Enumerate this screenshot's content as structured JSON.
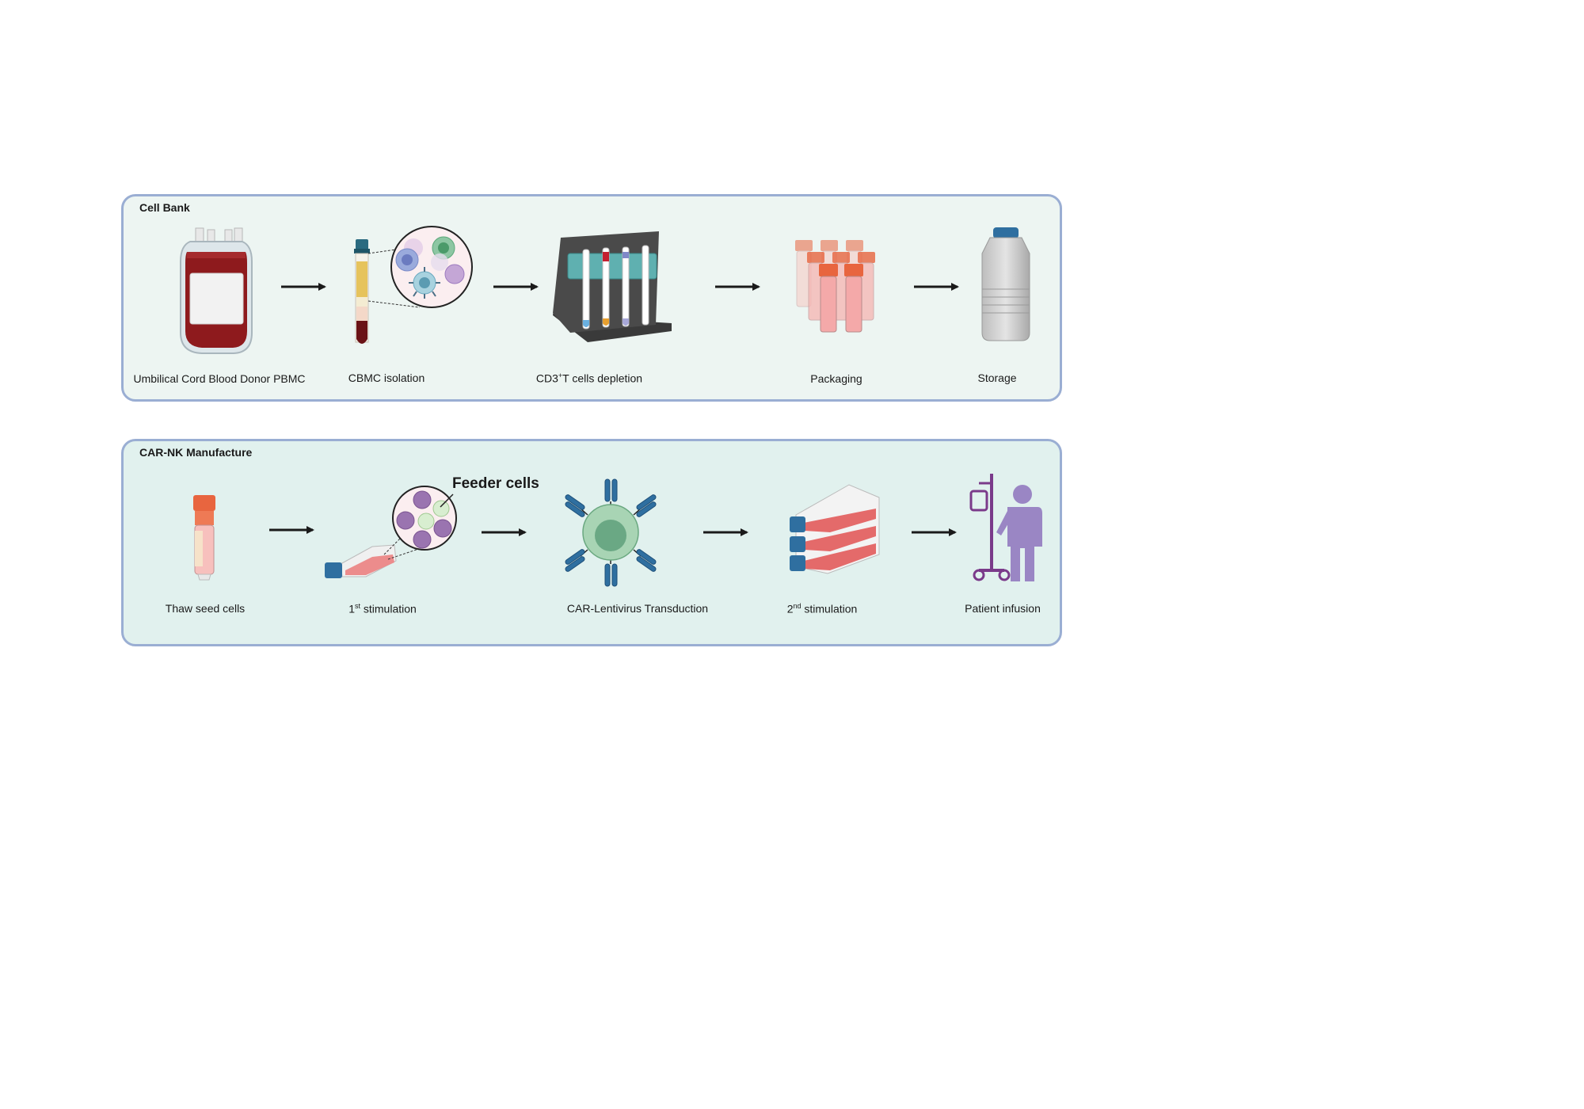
{
  "panels": [
    {
      "title": "Cell Bank",
      "steps": [
        {
          "label": "Umbilical Cord Blood Donor PBMC",
          "icon": "blood-bag-icon"
        },
        {
          "label": "CBMC isolation",
          "icon": "centrifuge-tube-cells-icon"
        },
        {
          "label_main": "CD3",
          "label_sup": "+",
          "label_rest": "T cells depletion",
          "icon": "magnetic-separation-rack-icon"
        },
        {
          "label": "Packaging",
          "icon": "cryovials-icon"
        },
        {
          "label": "Storage",
          "icon": "liquid-nitrogen-dewar-icon"
        }
      ]
    },
    {
      "title": "CAR-NK Manufacture",
      "callout": "Feeder cells",
      "steps": [
        {
          "label": "Thaw seed cells",
          "icon": "cryovial-icon"
        },
        {
          "label_main": "1",
          "label_sup": "st",
          "label_rest": " stimulation",
          "icon": "culture-flask-feeder-icon"
        },
        {
          "label": "CAR-Lentivirus Transduction",
          "icon": "car-nk-cell-icon"
        },
        {
          "label_main": "2",
          "label_sup": "nd",
          "label_rest": " stimulation",
          "icon": "stacked-flasks-icon"
        },
        {
          "label": "Patient infusion",
          "icon": "patient-iv-icon"
        }
      ]
    }
  ],
  "colors": {
    "panel_border": "#9aaed3",
    "panel_bank_bg": "#edf5f2",
    "panel_mfg_bg": "#e1f1ee",
    "arrow": "#1a1a1a",
    "blood": "#8e1a1d",
    "cap_orange": "#e8653f",
    "cap_blue": "#2f6fa0",
    "patient_purple": "#9a86c4"
  }
}
